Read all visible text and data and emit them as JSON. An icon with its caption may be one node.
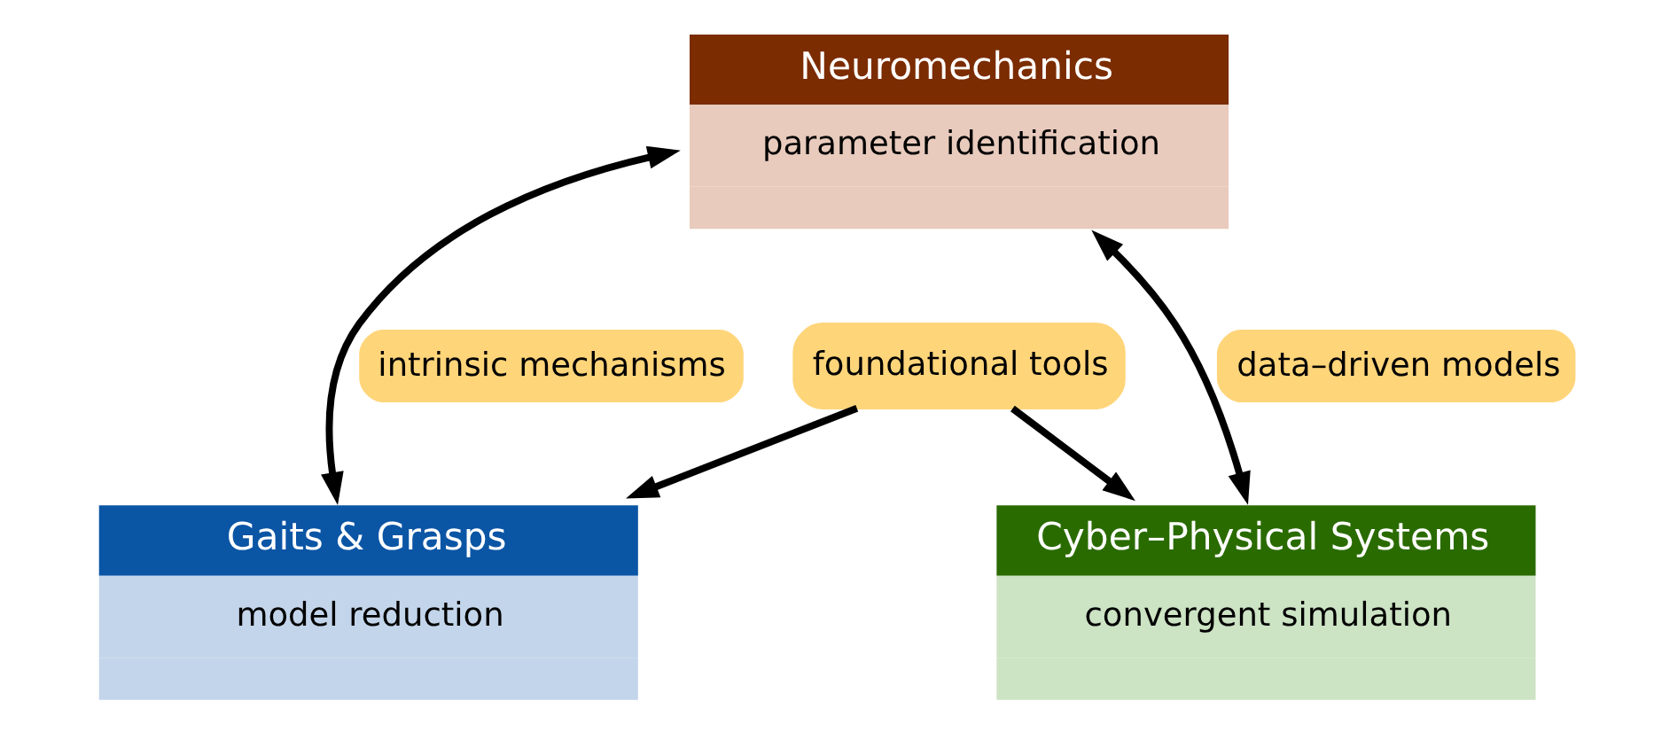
{
  "diagram": {
    "nodes": [
      {
        "text": [
          "Neuromechanics",
          "parameter identification"
        ]
      },
      {
        "text": [
          "Gaits & Grasps",
          "model reduction"
        ]
      },
      {
        "text": [
          "Cyber–Physical Systems",
          "convergent simulation"
        ]
      },
      {
        "text": [
          "foundational tools"
        ]
      }
    ],
    "edges": [
      {
        "from": 0,
        "to": 1,
        "arrow": "both",
        "label": "intrinsic mechanisms"
      },
      {
        "from": 0,
        "to": 2,
        "arrow": "both",
        "label": "data–driven models"
      },
      {
        "from": 3,
        "to": 1,
        "arrow": "to"
      },
      {
        "from": 3,
        "to": 2,
        "arrow": "to"
      }
    ]
  }
}
